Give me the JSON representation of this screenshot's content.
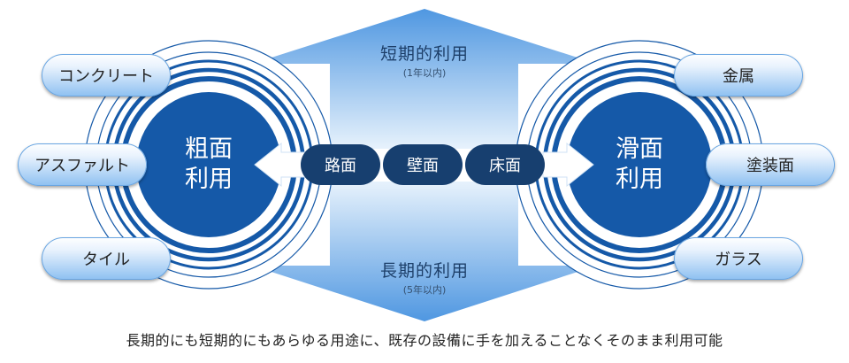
{
  "colors": {
    "accent": "#1559a8",
    "dark": "#173f6f",
    "arrow": "#5fa4e6",
    "ring": "#1559a8"
  },
  "left_circle": {
    "line1": "粗面",
    "line2": "利用"
  },
  "right_circle": {
    "line1": "滑面",
    "line2": "利用"
  },
  "left_materials": [
    "コンクリート",
    "アスファルト",
    "タイル"
  ],
  "right_materials": [
    "金属",
    "塗装面",
    "ガラス"
  ],
  "surfaces": [
    "路面",
    "壁面",
    "床面"
  ],
  "short_term": {
    "label": "短期的利用",
    "sub": "(1年以内)"
  },
  "long_term": {
    "label": "長期的利用",
    "sub": "(5年以内)"
  },
  "caption": "長期的にも短期的にもあらゆる用途に、既存の設備に手を加えることなくそのまま利用可能"
}
